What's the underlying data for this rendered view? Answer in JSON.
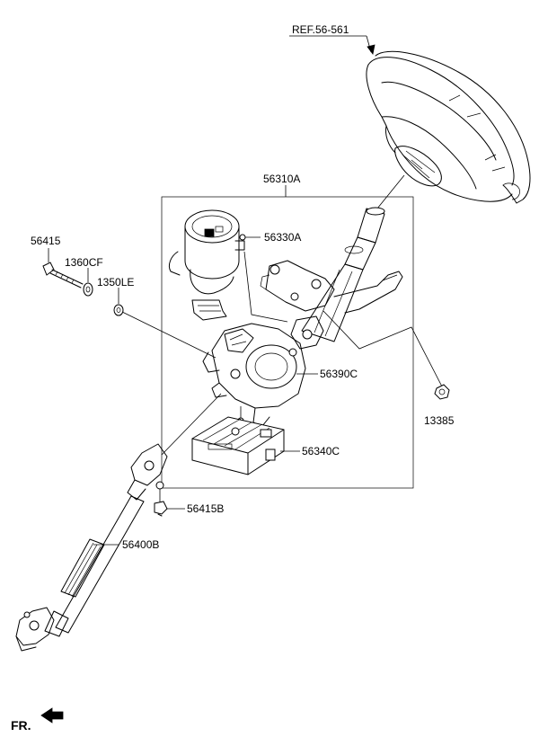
{
  "labels": {
    "ref_steering_wheel": "REF.56-561",
    "column_assembly": "56310A",
    "motor_cover": "56330A",
    "column_housing": "56390C",
    "control_unit": "56340C",
    "bolt": "56415",
    "washer_1": "1360CF",
    "washer_2": "1350LE",
    "nut": "13385",
    "bolt_b": "56415B",
    "shaft": "56400B",
    "front_indicator": "FR."
  }
}
